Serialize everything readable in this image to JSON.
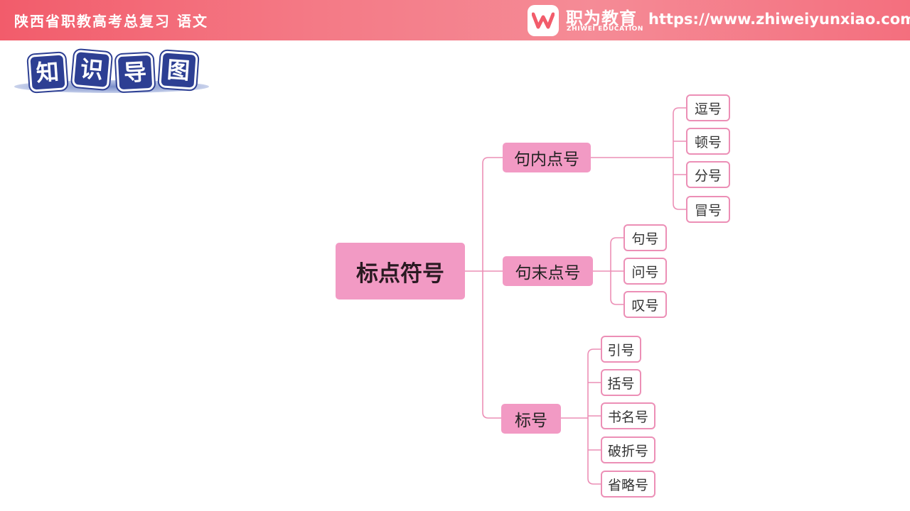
{
  "header": {
    "title": "陕西省职教高考总复习 语文",
    "brand_cn": "职为教育",
    "brand_en": "ZHIWEI EDUCATION",
    "url": "https://www.zhiweiyunxiao.com/"
  },
  "section_badge": [
    "知",
    "识",
    "导",
    "图"
  ],
  "mindmap": {
    "root": "标点符号",
    "branches": [
      {
        "label": "句内点号",
        "children": [
          "逗号",
          "顿号",
          "分号",
          "冒号"
        ]
      },
      {
        "label": "句末点号",
        "children": [
          "句号",
          "问号",
          "叹号"
        ]
      },
      {
        "label": "标号",
        "children": [
          "引号",
          "括号",
          "书名号",
          "破折号",
          "省略号"
        ]
      }
    ]
  },
  "colors": {
    "header_gradient_start": "#f25c6b",
    "header_gradient_end": "#f58b96",
    "node_fill": "#f29ac4",
    "connector": "#ec8fb6",
    "badge_blue": "#2d3f93"
  }
}
